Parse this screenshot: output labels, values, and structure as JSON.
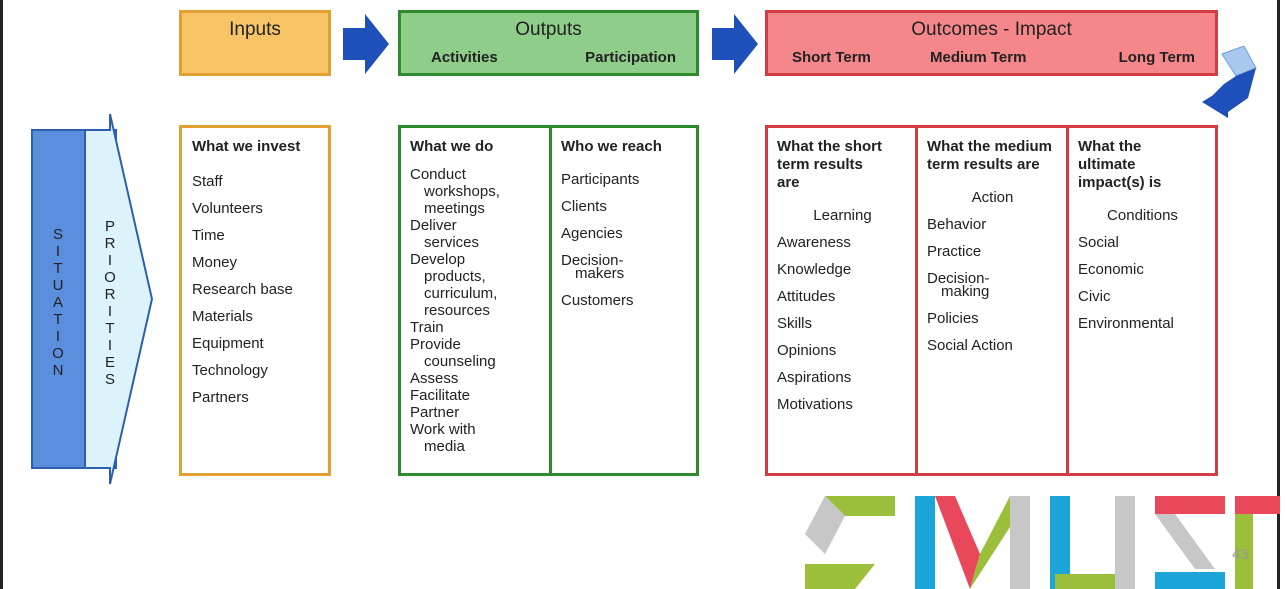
{
  "header": {
    "inputs": {
      "title": "Inputs"
    },
    "outputs": {
      "title": "Outputs",
      "sub_left": "Activities",
      "sub_right": "Participation"
    },
    "outcomes": {
      "title": "Outcomes - Impact",
      "sub1": "Short Term",
      "sub2": "Medium Term",
      "sub3": "Long Term"
    }
  },
  "left": {
    "situation": "SITUATION",
    "priorities": "PRIORITIES"
  },
  "inputs": {
    "heading": "What we invest",
    "items": [
      "Staff",
      "Volunteers",
      "Time",
      "Money",
      "Research base",
      "Materials",
      "Equipment",
      "Technology",
      "Partners"
    ]
  },
  "outputs": {
    "activities": {
      "heading": "What we do",
      "items": [
        "Conduct",
        "workshops,",
        "meetings",
        "Deliver",
        "services",
        "Develop",
        "products,",
        "curriculum,",
        "resources",
        "Train",
        "Provide",
        "counseling",
        "Assess",
        "Facilitate",
        "Partner",
        "Work with",
        "media"
      ]
    },
    "participation": {
      "heading": "Who we reach",
      "items": [
        "Participants",
        "Clients",
        "Agencies",
        "Decision-",
        "makers",
        "Customers"
      ]
    }
  },
  "outcomes": {
    "short": {
      "heading": "What the short term results are",
      "category": "Learning",
      "items": [
        "Awareness",
        "Knowledge",
        "Attitudes",
        "Skills",
        "Opinions",
        "Aspirations",
        "Motivations"
      ]
    },
    "medium": {
      "heading": "What the medium term results are",
      "category": "Action",
      "items": [
        "Behavior",
        "Practice",
        "Decision-",
        "making",
        "Policies",
        "Social Action"
      ]
    },
    "long": {
      "heading": "What the ultimate impact(s) is",
      "category": "Conditions",
      "items": [
        "Social",
        "Economic",
        "Civic",
        "Environmental"
      ]
    }
  },
  "footer": {
    "page_number": "43",
    "logo_text": "SMUSD"
  },
  "colors": {
    "inputs": "#f7c566",
    "outputs": "#8fce8a",
    "outcomes": "#f5878b",
    "arrow": "#1f4fb8"
  }
}
